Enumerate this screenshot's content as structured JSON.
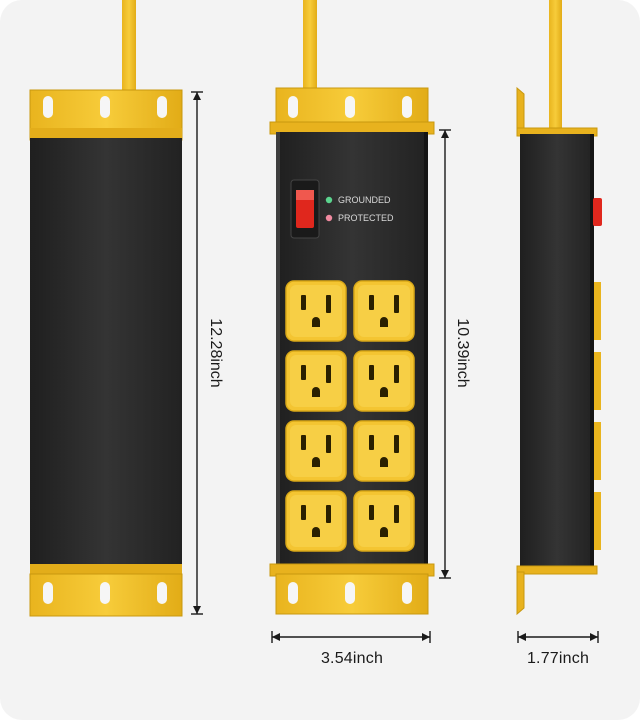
{
  "colors": {
    "background": "#f3f3f3",
    "body": "#2b2b2b",
    "accent": "#f2c230",
    "accent_dark": "#c99a12",
    "switch": "#e0271d"
  },
  "indicators": {
    "grounded": "GROUNDED",
    "protected": "PROTECTED"
  },
  "dimensions": {
    "back_height": "12.28inch",
    "front_height": "10.39inch",
    "width": "3.54inch",
    "depth": "1.77inch"
  },
  "outlets": {
    "count": 8
  }
}
